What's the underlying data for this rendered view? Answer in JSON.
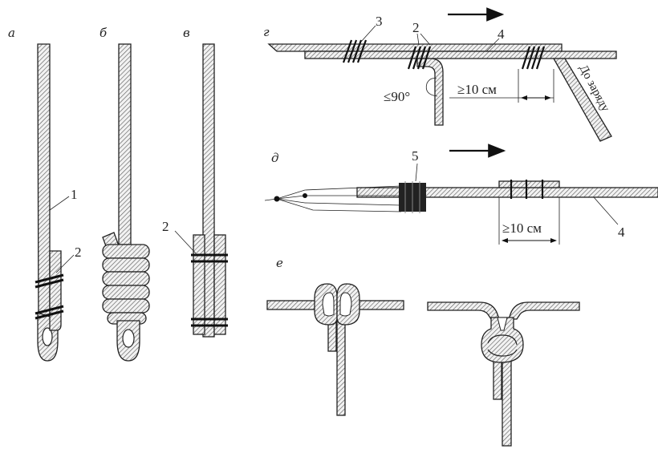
{
  "panels": {
    "a": "а",
    "b": "б",
    "v": "в",
    "g": "г",
    "d": "д",
    "e": "е"
  },
  "callouts": {
    "n1": "1",
    "n2_a": "2",
    "n2_v": "2",
    "n2_g": "2",
    "n3": "3",
    "n4_g": "4",
    "n4_d": "4",
    "n5": "5"
  },
  "dimensions": {
    "angle": "≤90°",
    "gap_g": "≥10 см",
    "gap_d": "≥10 см"
  },
  "notes": {
    "to_charge": "До заряду"
  }
}
